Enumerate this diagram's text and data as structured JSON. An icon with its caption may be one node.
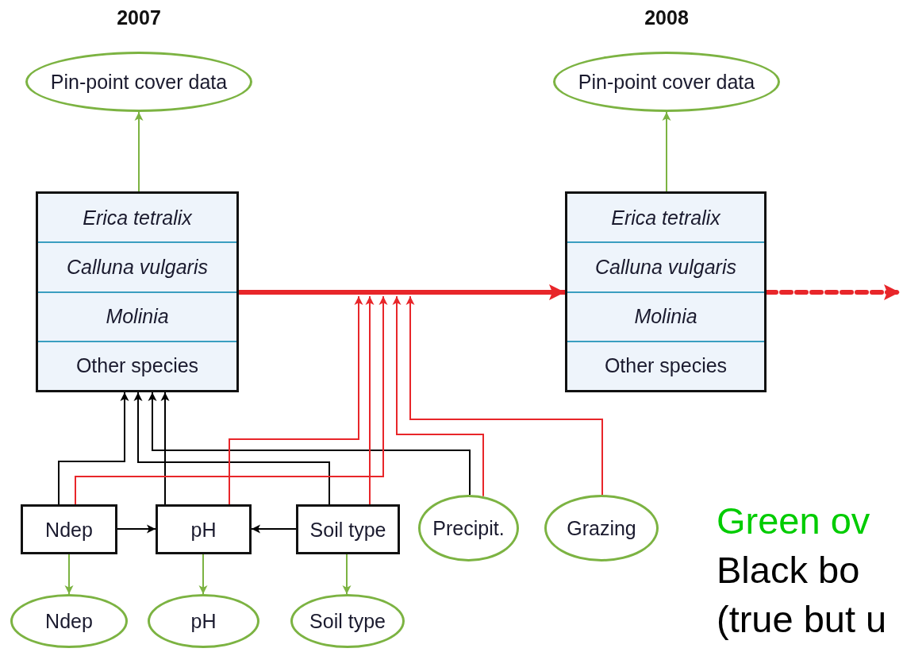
{
  "diagram": {
    "nodes": [
      {
        "text": [
          "Pin-point cover data"
        ]
      },
      {
        "text": [
          "Pin-point cover data"
        ]
      },
      {
        "text": [
          "Erica tetralix",
          "Calluna vulgaris",
          "Molinia",
          "Other species"
        ]
      },
      {
        "text": [
          "Erica tetralix",
          "Calluna vulgaris",
          "Molinia",
          "Other species"
        ]
      },
      {
        "text": [
          "Ndep"
        ]
      },
      {
        "text": [
          "pH"
        ]
      },
      {
        "text": [
          "Soil type"
        ]
      },
      {
        "text": [
          "Precipit."
        ]
      },
      {
        "text": [
          "Grazing"
        ]
      },
      {
        "text": [
          "Ndep"
        ]
      },
      {
        "text": [
          "pH"
        ]
      },
      {
        "text": [
          "Soil type"
        ]
      }
    ],
    "edges": [
      {
        "from": 2,
        "to": 0,
        "arrow": "to",
        "color": "#7cb342"
      },
      {
        "from": 3,
        "to": 1,
        "arrow": "to",
        "color": "#7cb342"
      },
      {
        "from": 2,
        "to": 3,
        "arrow": "to",
        "style": "thick"
      },
      {
        "from": 3,
        "to": null,
        "arrow": "to",
        "style": "dashed"
      },
      {
        "from": 4,
        "to": 2,
        "arrow": "to",
        "color": "#000000"
      },
      {
        "from": 6,
        "to": 2,
        "arrow": "to",
        "color": "#000000"
      },
      {
        "from": 7,
        "to": 2,
        "arrow": "to",
        "color": "#000000"
      },
      {
        "from": 5,
        "to": 2,
        "arrow": "to",
        "color": "#000000"
      },
      {
        "from": 5,
        "to": null,
        "arrow": "to"
      },
      {
        "from": 6,
        "to": null,
        "arrow": "to"
      },
      {
        "from": 4,
        "to": null,
        "arrow": "to"
      },
      {
        "from": 7,
        "to": null,
        "arrow": "to"
      },
      {
        "from": 8,
        "to": null,
        "arrow": "to"
      },
      {
        "from": 4,
        "to": 5,
        "arrow": "to",
        "color": "#000000"
      },
      {
        "from": 6,
        "to": 5,
        "arrow": "to",
        "color": "#000000"
      },
      {
        "from": 4,
        "to": 9,
        "arrow": "to",
        "color": "#7cb342"
      },
      {
        "from": 5,
        "to": 10,
        "arrow": "to",
        "color": "#7cb342"
      },
      {
        "from": 6,
        "to": 11,
        "arrow": "to",
        "color": "#7cb342"
      }
    ],
    "labels": [
      "2007",
      "2008",
      "Green ov",
      "Black bo",
      "(true but u"
    ]
  }
}
